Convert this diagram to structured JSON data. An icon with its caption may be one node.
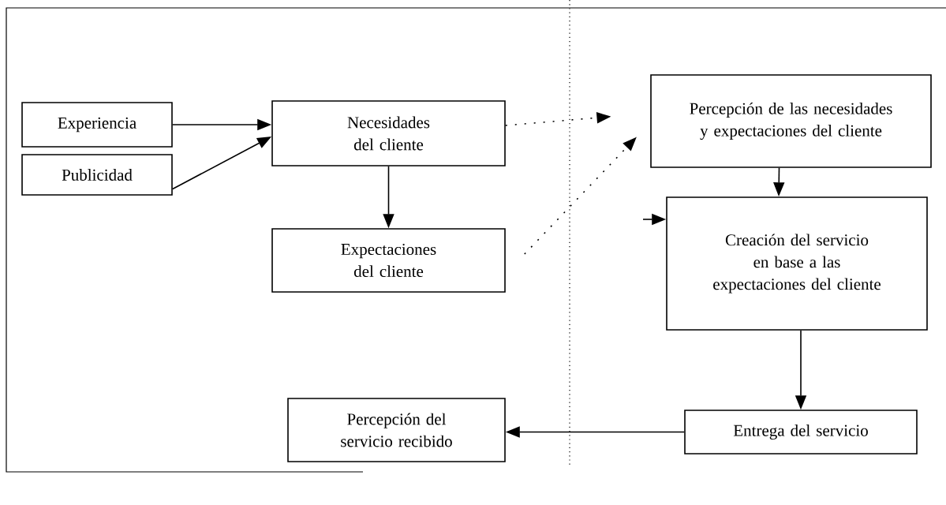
{
  "diagram": {
    "nodes": [
      {
        "text": [
          "Experiencia"
        ]
      },
      {
        "text": [
          "Publicidad"
        ]
      },
      {
        "text": [
          "Necesidades del cliente"
        ]
      },
      {
        "text": [
          "Expectaciones del cliente"
        ]
      },
      {
        "text": [
          "Percepción de las necesidades y expectaciones del cliente"
        ]
      },
      {
        "text": [
          "Creación del servicio en base a las expectaciones del cliente"
        ]
      },
      {
        "text": [
          "Percepción del servicio recibido"
        ]
      },
      {
        "text": [
          "Entrega del servicio"
        ]
      }
    ],
    "edges": [
      {
        "from": 0,
        "to": 2,
        "arrow": "to"
      },
      {
        "from": 1,
        "to": 2,
        "arrow": "to"
      },
      {
        "from": 2,
        "to": 3,
        "arrow": "to"
      },
      {
        "from": 2,
        "to": 4,
        "arrow": "to",
        "style": "dashed"
      },
      {
        "from": 3,
        "to": 4,
        "arrow": "to",
        "style": "dashed"
      },
      {
        "from": null,
        "to": 5,
        "arrow": "to"
      },
      {
        "from": 4,
        "to": 5,
        "arrow": "to"
      },
      {
        "from": 5,
        "to": 7,
        "arrow": "to"
      },
      {
        "from": 7,
        "to": 6,
        "arrow": "to"
      }
    ]
  }
}
